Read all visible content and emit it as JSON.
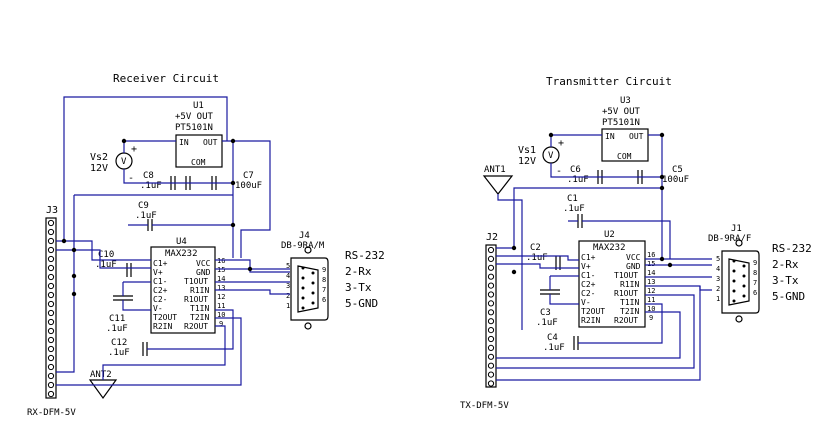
{
  "receiver": {
    "title": "Receiver Circuit",
    "reg": {
      "ref": "U1",
      "line1": "+5V OUT",
      "part": "PT5101N",
      "pin_in": "IN",
      "pin_out": "OUT",
      "pin_com": "COM"
    },
    "vs": {
      "ref": "Vs2",
      "volt": "12V",
      "plus": "+",
      "minus": "-",
      "sym": "V"
    },
    "c8": {
      "ref": "C8",
      "val": ".1uF"
    },
    "c7": {
      "ref": "C7",
      "val": "100uF"
    },
    "c9": {
      "ref": "C9",
      "val": ".1uF"
    },
    "c10": {
      "ref": "C10",
      "val": ".1uF"
    },
    "c11": {
      "ref": "C11",
      "val": ".1uF"
    },
    "c12": {
      "ref": "C12",
      "val": ".1uF"
    },
    "ic": {
      "ref": "U4",
      "part": "MAX232",
      "left": [
        "C1+",
        "V+",
        "C1-",
        "C2+",
        "C2-",
        "V-",
        "T2OUT",
        "R2IN"
      ],
      "right": [
        "VCC",
        "GND",
        "T1OUT",
        "R1IN",
        "R1OUT",
        "T1IN",
        "T2IN",
        "R2OUT"
      ],
      "pins_r": [
        "16",
        "15",
        "14",
        "13",
        "12",
        "11",
        "10",
        "9"
      ]
    },
    "conn": {
      "ref": "J3",
      "part": "RX-DFM-5V"
    },
    "db9": {
      "ref": "J4",
      "part": "DB-9RA/M",
      "pins": [
        "5",
        "9",
        "4",
        "8",
        "3",
        "7",
        "2",
        "6",
        "1"
      ]
    },
    "ant": {
      "ref": "ANT2"
    },
    "rs": {
      "title": "RS-232",
      "l1": "2-Rx",
      "l2": "3-Tx",
      "l3": "5-GND"
    }
  },
  "transmitter": {
    "title": "Transmitter Circuit",
    "reg": {
      "ref": "U3",
      "line1": "+5V OUT",
      "part": "PT5101N",
      "pin_in": "IN",
      "pin_out": "OUT",
      "pin_com": "COM"
    },
    "vs": {
      "ref": "Vs1",
      "volt": "12V",
      "plus": "+",
      "minus": "-",
      "sym": "V"
    },
    "c6": {
      "ref": "C6",
      "val": ".1uF"
    },
    "c5": {
      "ref": "C5",
      "val": "100uF"
    },
    "c1": {
      "ref": "C1",
      "val": ".1uF"
    },
    "c2": {
      "ref": "C2",
      "val": ".1uF"
    },
    "c3": {
      "ref": "C3",
      "val": ".1uF"
    },
    "c4": {
      "ref": "C4",
      "val": ".1uF"
    },
    "ic": {
      "ref": "U2",
      "part": "MAX232",
      "left": [
        "C1+",
        "V+",
        "C1-",
        "C2+",
        "C2-",
        "V-",
        "T2OUT",
        "R2IN"
      ],
      "right": [
        "VCC",
        "GND",
        "T1OUT",
        "R1IN",
        "R1OUT",
        "T1IN",
        "T2IN",
        "R2OUT"
      ],
      "pins_r": [
        "16",
        "15",
        "14",
        "13",
        "12",
        "11",
        "10",
        "9"
      ]
    },
    "conn": {
      "ref": "J2",
      "part": "TX-DFM-5V"
    },
    "db9": {
      "ref": "J1",
      "part": "DB-9RA/F",
      "pins": [
        "5",
        "9",
        "4",
        "8",
        "3",
        "7",
        "2",
        "6",
        "1"
      ]
    },
    "ant": {
      "ref": "ANT1"
    },
    "rs": {
      "title": "RS-232",
      "l1": "2-Rx",
      "l2": "3-Tx",
      "l3": "5-GND"
    }
  }
}
